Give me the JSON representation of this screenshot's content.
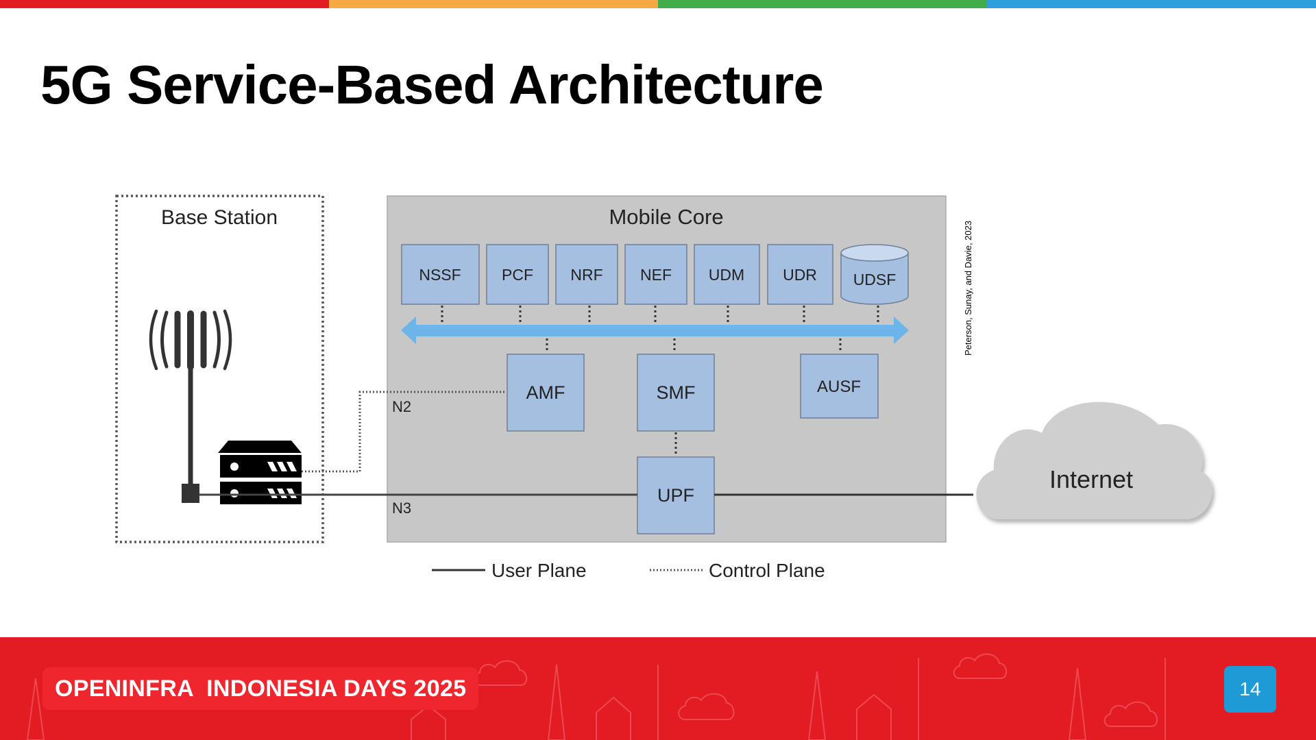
{
  "slide": {
    "title": "5G Service-Based Architecture",
    "credit": "Peterson, Sunay, and Davie, 2023",
    "event": "OPENINFRA  INDONESIA DAYS 2025",
    "page_number": "14",
    "top_bar_colors": [
      "#e31b23",
      "#f5a843",
      "#3fae49",
      "#2e9fdb"
    ]
  },
  "diagram": {
    "base_station_label": "Base Station",
    "mobile_core_label": "Mobile Core",
    "services": [
      "NSSF",
      "PCF",
      "NRF",
      "NEF",
      "UDM",
      "UDR"
    ],
    "datastore": "UDSF",
    "amf": "AMF",
    "smf": "SMF",
    "ausf": "AUSF",
    "upf": "UPF",
    "n2": "N2",
    "n3": "N3",
    "internet": "Internet",
    "legend_user_plane": "User Plane",
    "legend_control_plane": "Control Plane",
    "colors": {
      "box_fill": "#a5bfe1",
      "core_bg": "#c7c7c7",
      "bus": "#6cb4ea",
      "cloud": "#cfcfcf"
    }
  }
}
